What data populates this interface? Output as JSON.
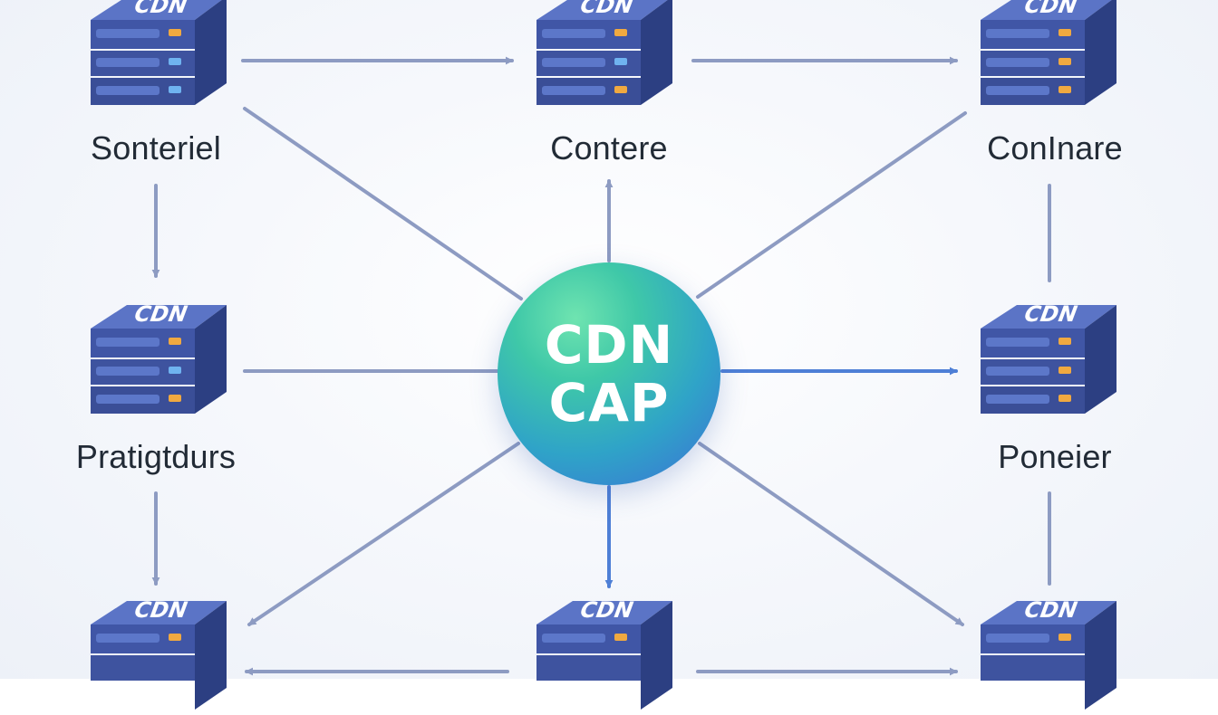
{
  "diagram": {
    "hub": {
      "line1": "CDN",
      "line2": "CAP"
    },
    "server_badge": "CDN",
    "nodes": [
      {
        "id": "top-left",
        "label": "Sonteriel"
      },
      {
        "id": "top-center",
        "label": "Contere"
      },
      {
        "id": "top-right",
        "label": "ConInare"
      },
      {
        "id": "middle-left",
        "label": "Pratigtdurs"
      },
      {
        "id": "middle-right",
        "label": "Poneier"
      },
      {
        "id": "bottom-left",
        "label": ""
      },
      {
        "id": "bottom-center",
        "label": ""
      },
      {
        "id": "bottom-right",
        "label": ""
      }
    ],
    "colors": {
      "connector": "#8d9bc2",
      "connector_accent": "#4e7fd6",
      "server_top": "#4e66b8",
      "server_front": "#3b4f9c",
      "hub_start": "#6fe4b0",
      "hub_end": "#3d6fd6"
    }
  }
}
